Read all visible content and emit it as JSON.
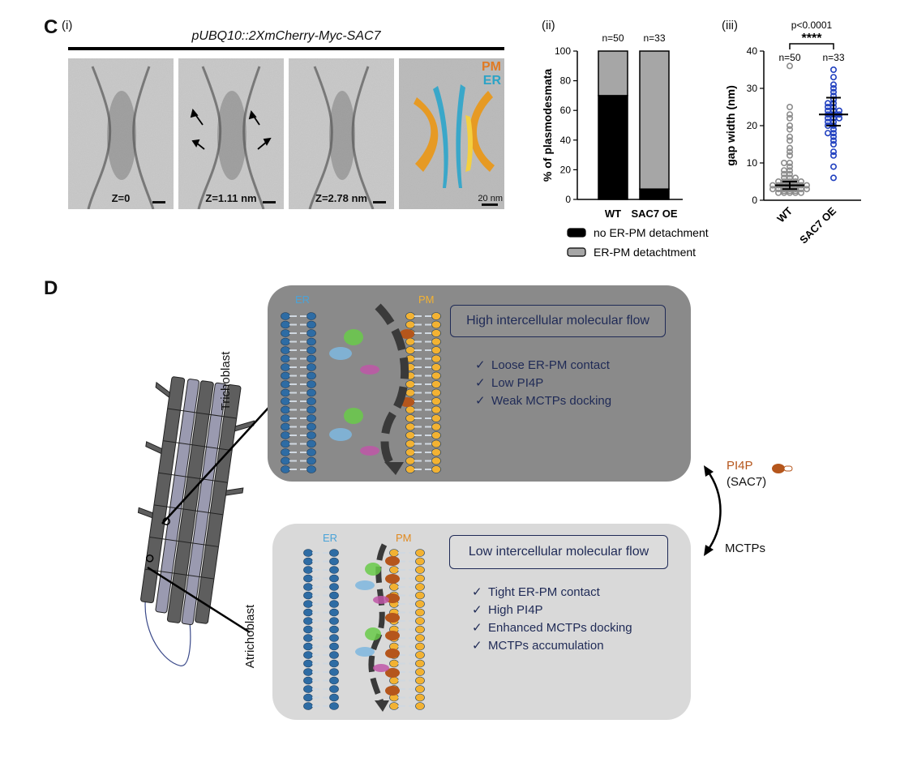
{
  "panel_c": {
    "letter": "C",
    "sub_i": "(i)",
    "construct": "pUBQ10::2XmCherry-Myc-SAC7",
    "images": [
      {
        "label": "Z=0"
      },
      {
        "label": "Z=1.11 nm"
      },
      {
        "label": "Z=2.78 nm"
      },
      {
        "label": "20 nm"
      }
    ],
    "overlay_pm": "PM",
    "overlay_er": "ER",
    "sub_ii": "(ii)",
    "sub_iii": "(iii)"
  },
  "chart_data": [
    {
      "type": "bar",
      "stacked": true,
      "categories": [
        "WT",
        "SAC7 OE"
      ],
      "n_labels": [
        "n=50",
        "n=33"
      ],
      "series": [
        {
          "name": "no ER-PM detachment",
          "values": [
            70,
            7
          ],
          "color": "#000000"
        },
        {
          "name": "ER-PM detachtment",
          "values": [
            30,
            93
          ],
          "color": "#a6a6a6"
        }
      ],
      "ylabel": "% of plasmodesmata",
      "ylim": [
        0,
        100
      ],
      "yticks": [
        0,
        20,
        40,
        60,
        80,
        100
      ],
      "legend_position": "bottom"
    },
    {
      "type": "scatter",
      "categories": [
        "WT",
        "SAC7 OE"
      ],
      "n_labels": [
        "n=50",
        "n=33"
      ],
      "ylabel": "gap width (nm)",
      "ylim": [
        0,
        40
      ],
      "yticks": [
        0,
        10,
        20,
        30,
        40
      ],
      "pvalue": "p<0.0001",
      "significance": "****",
      "series": [
        {
          "name": "WT",
          "color": "#8c8c8c",
          "median": 4,
          "ci": [
            3,
            5
          ],
          "values": [
            2,
            2,
            2,
            2,
            2,
            2.5,
            2.5,
            2.5,
            3,
            3,
            3,
            3,
            3,
            3,
            3,
            3.5,
            3.5,
            3.5,
            4,
            4,
            4,
            4,
            4,
            4,
            4,
            4.5,
            4.5,
            5,
            5,
            5,
            5,
            5,
            6,
            6,
            6,
            7,
            7,
            8,
            8,
            9,
            10,
            10,
            12,
            13,
            14,
            16,
            17,
            19,
            20,
            22,
            23,
            25,
            36
          ]
        },
        {
          "name": "SAC7 OE",
          "color": "#1f3fbf",
          "median": 23,
          "ci": [
            20,
            27.5
          ],
          "values": [
            6,
            9,
            12,
            13,
            15,
            16,
            17,
            18,
            18,
            19,
            20,
            20,
            21,
            21,
            22,
            22,
            22,
            23,
            23,
            23,
            24,
            24,
            24,
            25,
            25,
            26,
            26,
            27,
            28,
            29,
            30,
            31,
            33,
            35
          ]
        }
      ]
    }
  ],
  "panel_d": {
    "letter": "D",
    "trichoblast": "Trichoblast",
    "atrichoblast": "Atrichoblast",
    "top_box": {
      "er": "ER",
      "pm": "PM",
      "title": "High  intercellular molecular flow",
      "items": [
        "Loose ER-PM contact",
        "Low PI4P",
        "Weak MCTPs docking"
      ]
    },
    "bottom_box": {
      "er": "ER",
      "pm": "PM",
      "title": "Low  intercellular molecular flow",
      "items": [
        "Tight ER-PM contact",
        "High PI4P",
        "Enhanced MCTPs docking",
        "MCTPs accumulation"
      ]
    },
    "pi4p": "PI4P",
    "sac7": "(SAC7)",
    "mctps": "MCTPs",
    "check": "✓",
    "colors": {
      "dark_panel": "#8a8a8a",
      "light_panel": "#d9d9d9",
      "er_blue": "#2e6ca4",
      "pm_orange": "#f2b233",
      "pi4p_brown": "#b5561c",
      "navy": "#1f2a56"
    }
  }
}
